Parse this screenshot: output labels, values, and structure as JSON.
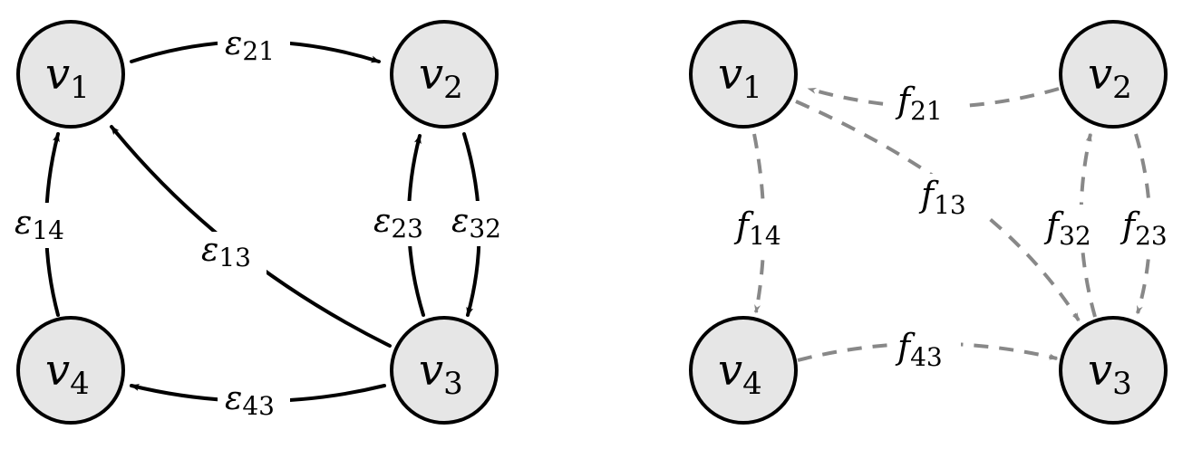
{
  "left_graph": {
    "nodes": [
      {
        "id": "v1",
        "base": "v",
        "sub": "1"
      },
      {
        "id": "v2",
        "base": "v",
        "sub": "2"
      },
      {
        "id": "v3",
        "base": "v",
        "sub": "3"
      },
      {
        "id": "v4",
        "base": "v",
        "sub": "4"
      }
    ],
    "edges": [
      {
        "id": "e21",
        "from": "v1",
        "to": "v2",
        "base": "ε",
        "sub": "21"
      },
      {
        "id": "e14",
        "from": "v4",
        "to": "v1",
        "base": "ε",
        "sub": "14"
      },
      {
        "id": "e13",
        "from": "v3",
        "to": "v1",
        "base": "ε",
        "sub": "13"
      },
      {
        "id": "e23",
        "from": "v3",
        "to": "v2",
        "base": "ε",
        "sub": "23"
      },
      {
        "id": "e32",
        "from": "v2",
        "to": "v3",
        "base": "ε",
        "sub": "32"
      },
      {
        "id": "e43",
        "from": "v3",
        "to": "v4",
        "base": "ε",
        "sub": "43"
      }
    ]
  },
  "right_graph": {
    "nodes": [
      {
        "id": "v1",
        "base": "v",
        "sub": "1"
      },
      {
        "id": "v2",
        "base": "v",
        "sub": "2"
      },
      {
        "id": "v3",
        "base": "v",
        "sub": "3"
      },
      {
        "id": "v4",
        "base": "v",
        "sub": "4"
      }
    ],
    "edges": [
      {
        "id": "f21",
        "from": "v2",
        "to": "v1",
        "base": "f",
        "sub": "21"
      },
      {
        "id": "f14",
        "from": "v1",
        "to": "v4",
        "base": "f",
        "sub": "14"
      },
      {
        "id": "f13",
        "from": "v1",
        "to": "v3",
        "base": "f",
        "sub": "13"
      },
      {
        "id": "f32",
        "from": "v3",
        "to": "v2",
        "base": "f",
        "sub": "32"
      },
      {
        "id": "f23",
        "from": "v2",
        "to": "v3",
        "base": "f",
        "sub": "23"
      },
      {
        "id": "f43",
        "from": "v4",
        "to": "v3",
        "base": "f",
        "sub": "43"
      }
    ]
  },
  "colors": {
    "node_fill": "#e6e6e6",
    "node_stroke": "#000000",
    "solid_edge": "#000000",
    "dashed_edge": "#888888"
  }
}
